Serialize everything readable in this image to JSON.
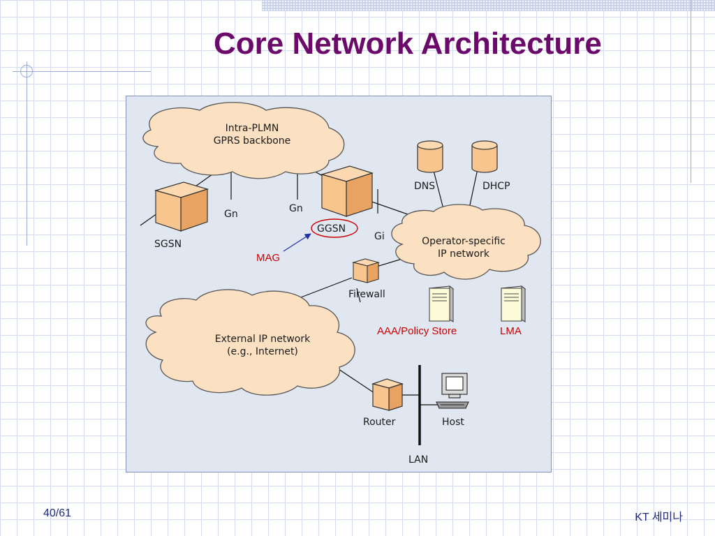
{
  "slide": {
    "title": "Core Network Architecture",
    "page_number": "40/61",
    "footer_text": "KT 세미나"
  },
  "diagram": {
    "clouds": {
      "intra_plmn": [
        "Intra-PLMN",
        "GPRS backbone"
      ],
      "operator_ip": [
        "Operator-specific",
        "IP network"
      ],
      "external_ip": [
        "External IP network",
        "(e.g., Internet)"
      ]
    },
    "nodes": {
      "sgsn": "SGSN",
      "ggsn": "GGSN",
      "firewall": "Firewall",
      "router": "Router",
      "host": "Host",
      "dns": "DNS",
      "dhcp": "DHCP"
    },
    "interfaces": {
      "gn_left": "Gn",
      "gn_right": "Gn",
      "gi": "Gi",
      "lan": "LAN"
    },
    "annotations": {
      "mag": "MAG",
      "aaa_policy_store": "AAA/Policy Store",
      "lma": "LMA"
    },
    "colors": {
      "annotation_red": "#cc0000",
      "node_orange": "#f9c58f",
      "cloud_fill": "#fbe0c2",
      "arrow_blue": "#2233aa"
    }
  }
}
